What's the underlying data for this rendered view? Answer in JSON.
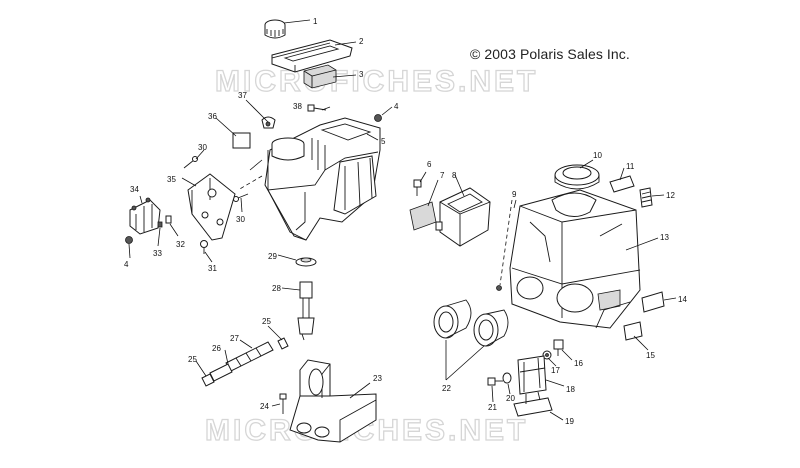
{
  "copyright": "© 2003 Polaris Sales Inc.",
  "watermark": "MICROFICHES.NET",
  "callouts": [
    "1",
    "2",
    "3",
    "4",
    "5",
    "6",
    "7",
    "8",
    "9",
    "10",
    "11",
    "12",
    "13",
    "14",
    "15",
    "16",
    "17",
    "18",
    "19",
    "20",
    "21",
    "22",
    "23",
    "24",
    "25",
    "26",
    "27",
    "28",
    "29",
    "30",
    "31",
    "32",
    "33",
    "34",
    "35",
    "36",
    "37",
    "38"
  ],
  "colors": {
    "line": "#1a1a1a",
    "watermark": "#d6d6d6",
    "shade": "#d9d9d9"
  }
}
